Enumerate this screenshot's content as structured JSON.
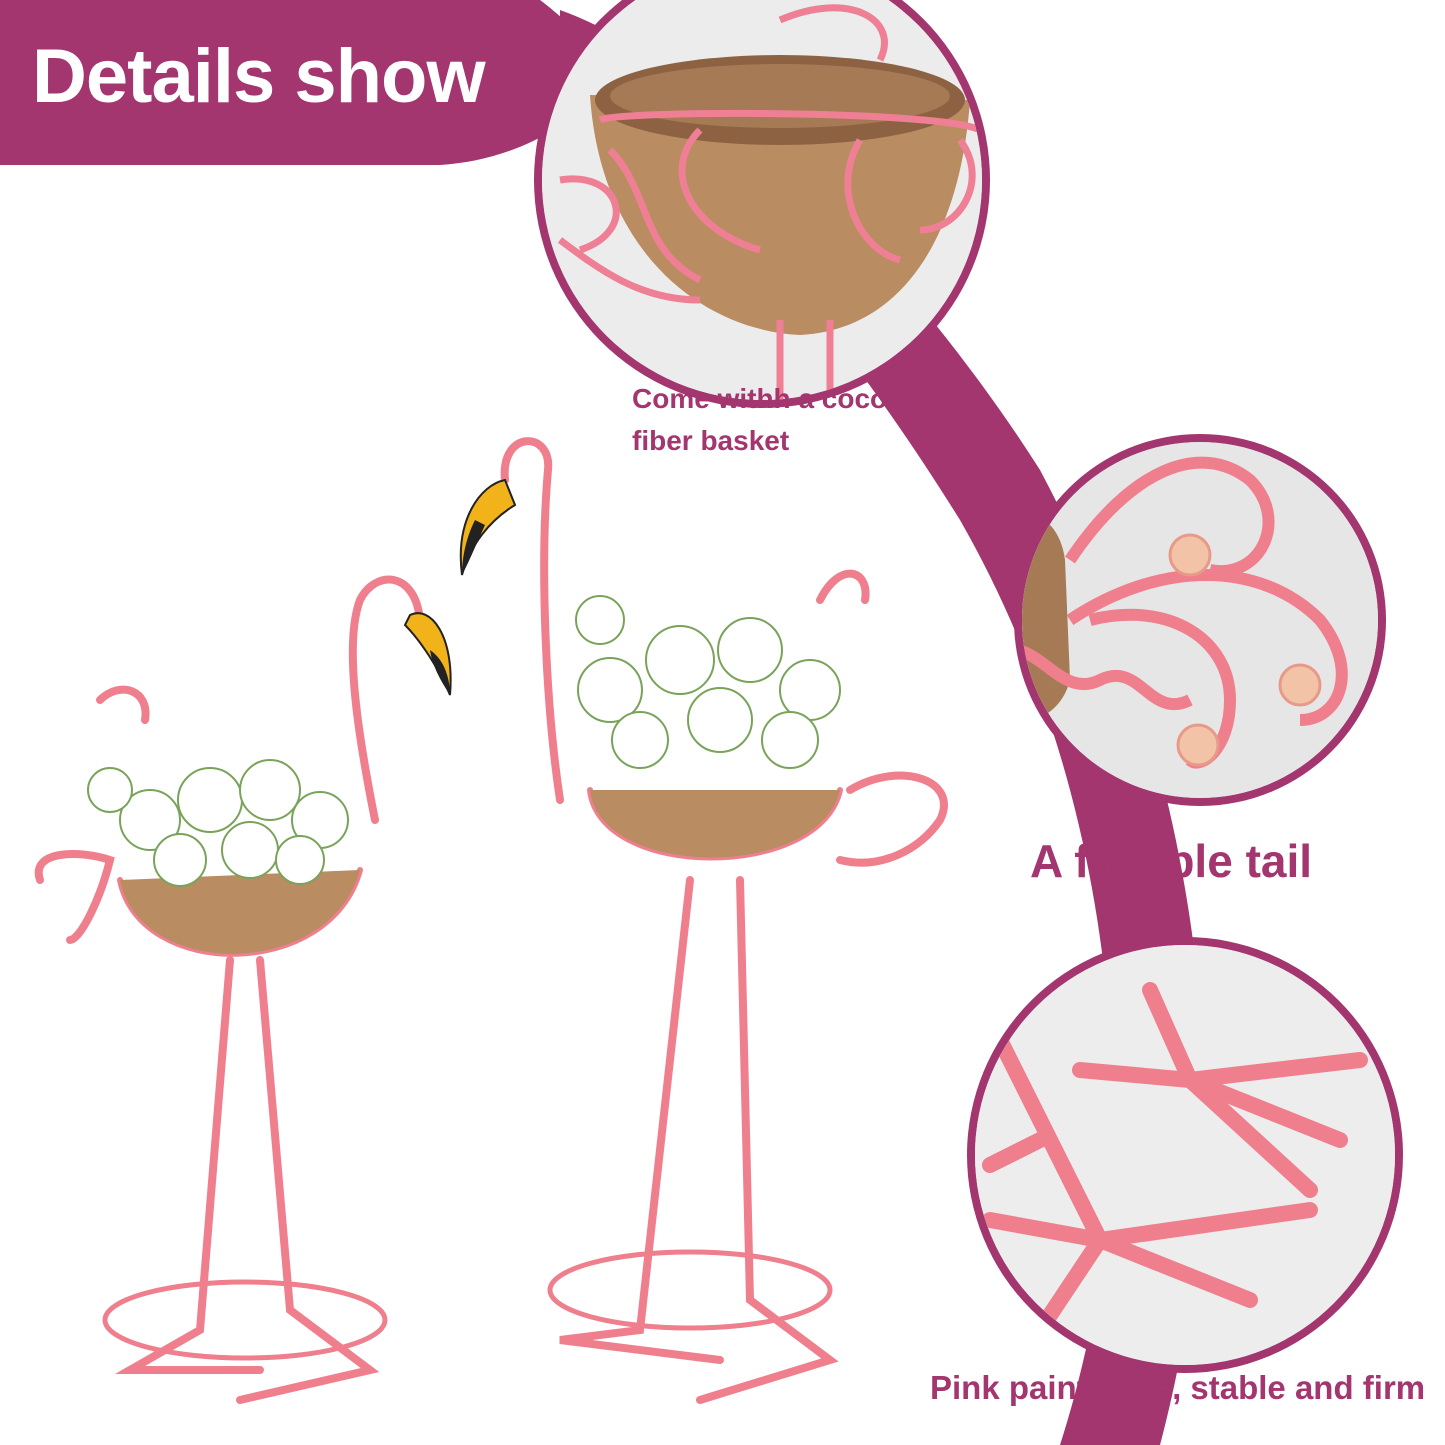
{
  "header": {
    "title": "Details show"
  },
  "callouts": {
    "basket_line1": "Come withh a coconut",
    "basket_line2": "fiber basket",
    "tail": "A flexible tail",
    "base": "Pink paint base, stable and firm"
  },
  "colors": {
    "brand_magenta": "#a3356f",
    "flamingo_pink": "#f07f8e",
    "coir_brown": "#b98c62",
    "beak_yellow": "#f2b21a"
  },
  "icons": [
    "flamingo-planter-illustration",
    "coconut-basket-detail",
    "tail-detail",
    "base-detail"
  ]
}
